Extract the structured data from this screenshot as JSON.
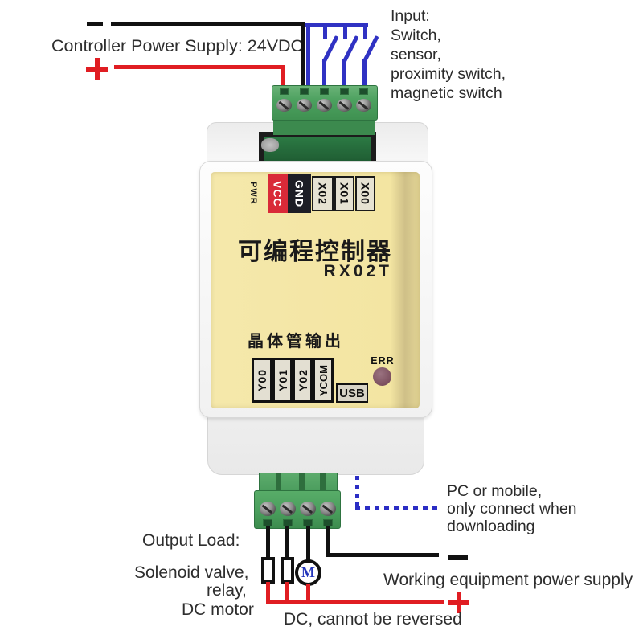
{
  "annotations": {
    "controller_power": "Controller Power Supply: 24VDC",
    "input_lines": [
      "Input:",
      "Switch,",
      "sensor,",
      "proximity switch,",
      "magnetic switch"
    ],
    "pc_lines": [
      "PC or mobile,",
      "only connect when",
      "downloading"
    ],
    "working_power": "Working equipment power supply",
    "dc_note": "DC, cannot be reversed",
    "output_load_lines": [
      "Output Load:",
      "Solenoid valve,",
      "relay,",
      "DC motor"
    ],
    "motor_symbol": "M"
  },
  "device": {
    "top_panel": {
      "pwr": "PWR",
      "terminals": [
        "VCC",
        "GND",
        "X02",
        "X01",
        "X00"
      ]
    },
    "title": "可编程控制器",
    "model": "RX02T",
    "output_label": "晶体管输出",
    "output_terminals": [
      "Y00",
      "Y01",
      "Y02",
      "YCOM"
    ],
    "usb": "USB",
    "err": "ERR"
  },
  "icons": {
    "plus": "+",
    "minus": "−",
    "switch": "input-switch-symbol"
  },
  "colors": {
    "wire_red": "#e01d22",
    "wire_black": "#111111",
    "wire_blue": "#3032c3",
    "dotted_blue": "#2b2dc4",
    "terminal_green": "#4ba05e",
    "label_yellow": "#f3e5a2",
    "vcc_red": "#d92a38",
    "gnd_black": "#1d1e26",
    "err_led": "#7e5261"
  }
}
